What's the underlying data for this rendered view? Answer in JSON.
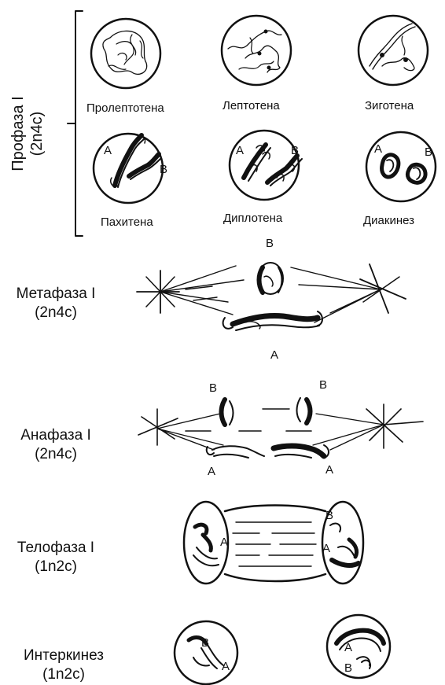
{
  "prophase": {
    "label_line1": "Профаза I",
    "label_line2": "(2n4c)",
    "substages": [
      "Пролептотена",
      "Лептотена",
      "Зиготена",
      "Пахитена",
      "Диплотена",
      "Диакинез"
    ]
  },
  "metaphase": {
    "label_line1": "Метафаза I",
    "label_line2": "(2n4c)"
  },
  "anaphase": {
    "label_line1": "Анафаза I",
    "label_line2": "(2n4c)"
  },
  "telophase": {
    "label_line1": "Телофаза I",
    "label_line2": "(1n2c)"
  },
  "interkinesis": {
    "label_line1": "Интеркинез",
    "label_line2": "(1n2c)"
  },
  "chromosome_letters": {
    "a": "A",
    "b": "B"
  }
}
